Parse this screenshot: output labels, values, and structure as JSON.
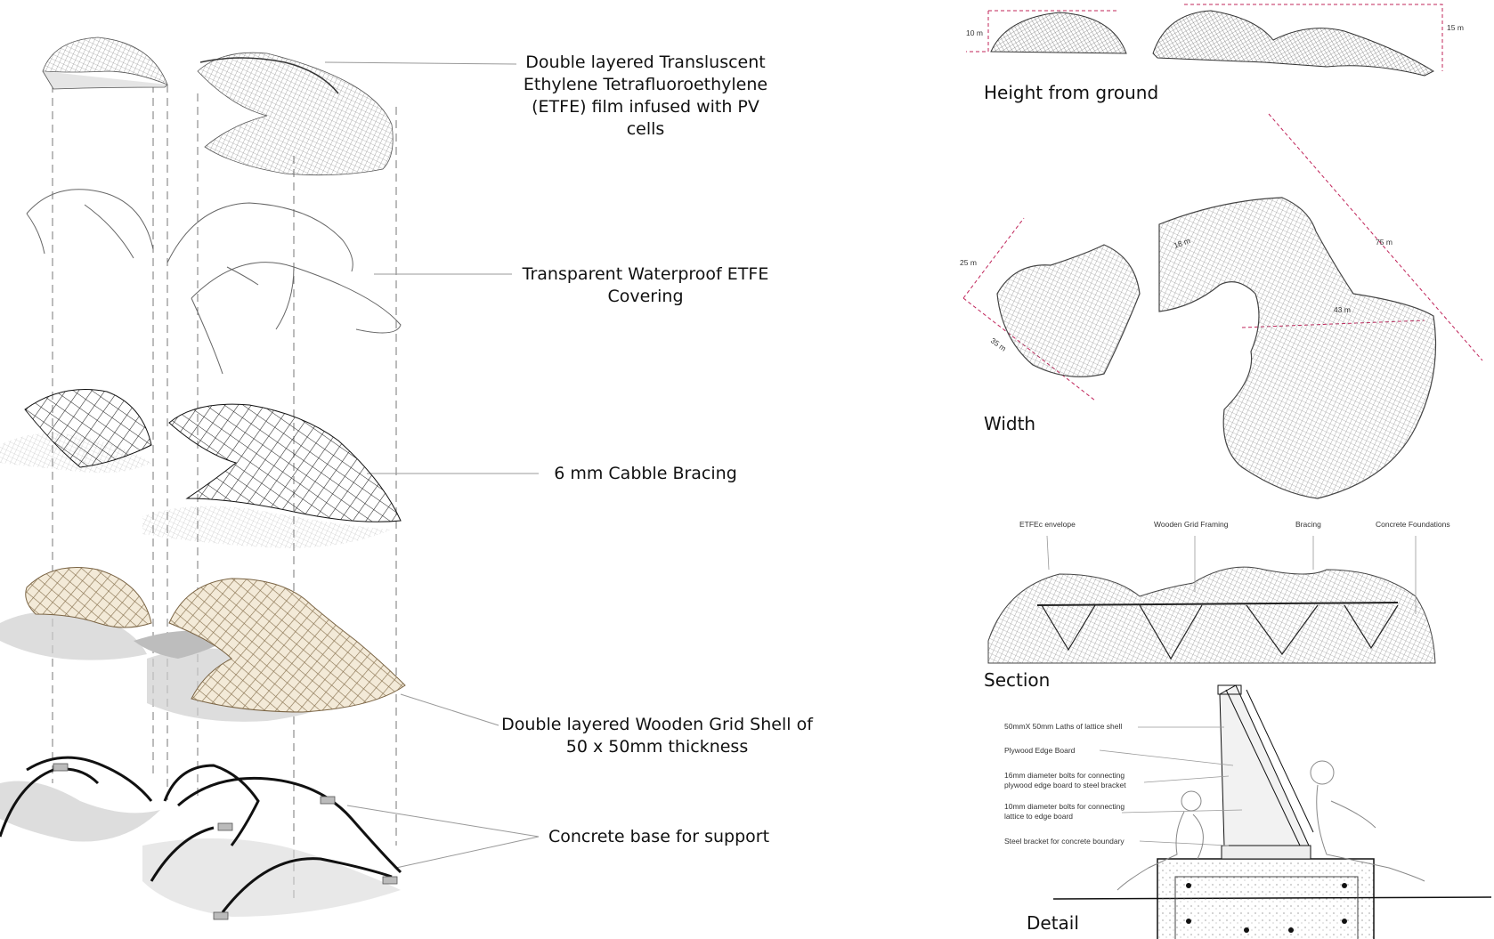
{
  "explode_labels": [
    {
      "lines": [
        "Double layered Transluscent",
        "Ethylene Tetrafluoroethylene",
        "(ETFE) film infused with PV",
        "cells"
      ]
    },
    {
      "lines": [
        "Transparent Waterproof ETFE",
        "Covering"
      ]
    },
    {
      "lines": [
        "6 mm Cabble Bracing"
      ]
    },
    {
      "lines": [
        "Double layered Wooden Grid Shell of",
        "50 x 50mm thickness"
      ]
    },
    {
      "lines": [
        "Concrete base for support"
      ]
    }
  ],
  "headings": {
    "height": "Height from ground",
    "width": "Width",
    "section": "Section",
    "detail": "Detail"
  },
  "height_dims": {
    "left": "10 m",
    "right": "15 m"
  },
  "width_dims": {
    "a": "25 m",
    "b": "35 m",
    "c": "18 m",
    "d": "75 m",
    "e": "43 m"
  },
  "section_labels": [
    "ETFEc envelope",
    "Wooden Grid Framing",
    "Bracing",
    "Concrete Foundations"
  ],
  "detail_labels": [
    {
      "lines": [
        "50mmX 50mm Laths of lattice shell"
      ]
    },
    {
      "lines": [
        "Plywood Edge Board"
      ]
    },
    {
      "lines": [
        "16mm diameter bolts for connecting",
        "plywood edge board to steel bracket"
      ]
    },
    {
      "lines": [
        "10mm diameter bolts for connecting",
        "lattice to edge board"
      ]
    },
    {
      "lines": [
        "Steel bracket for concrete boundary"
      ]
    }
  ],
  "colors": {
    "dimension": "#c0245a",
    "wood": "#cdbb98",
    "ink": "#111111",
    "mesh": "#7a7a7a"
  }
}
